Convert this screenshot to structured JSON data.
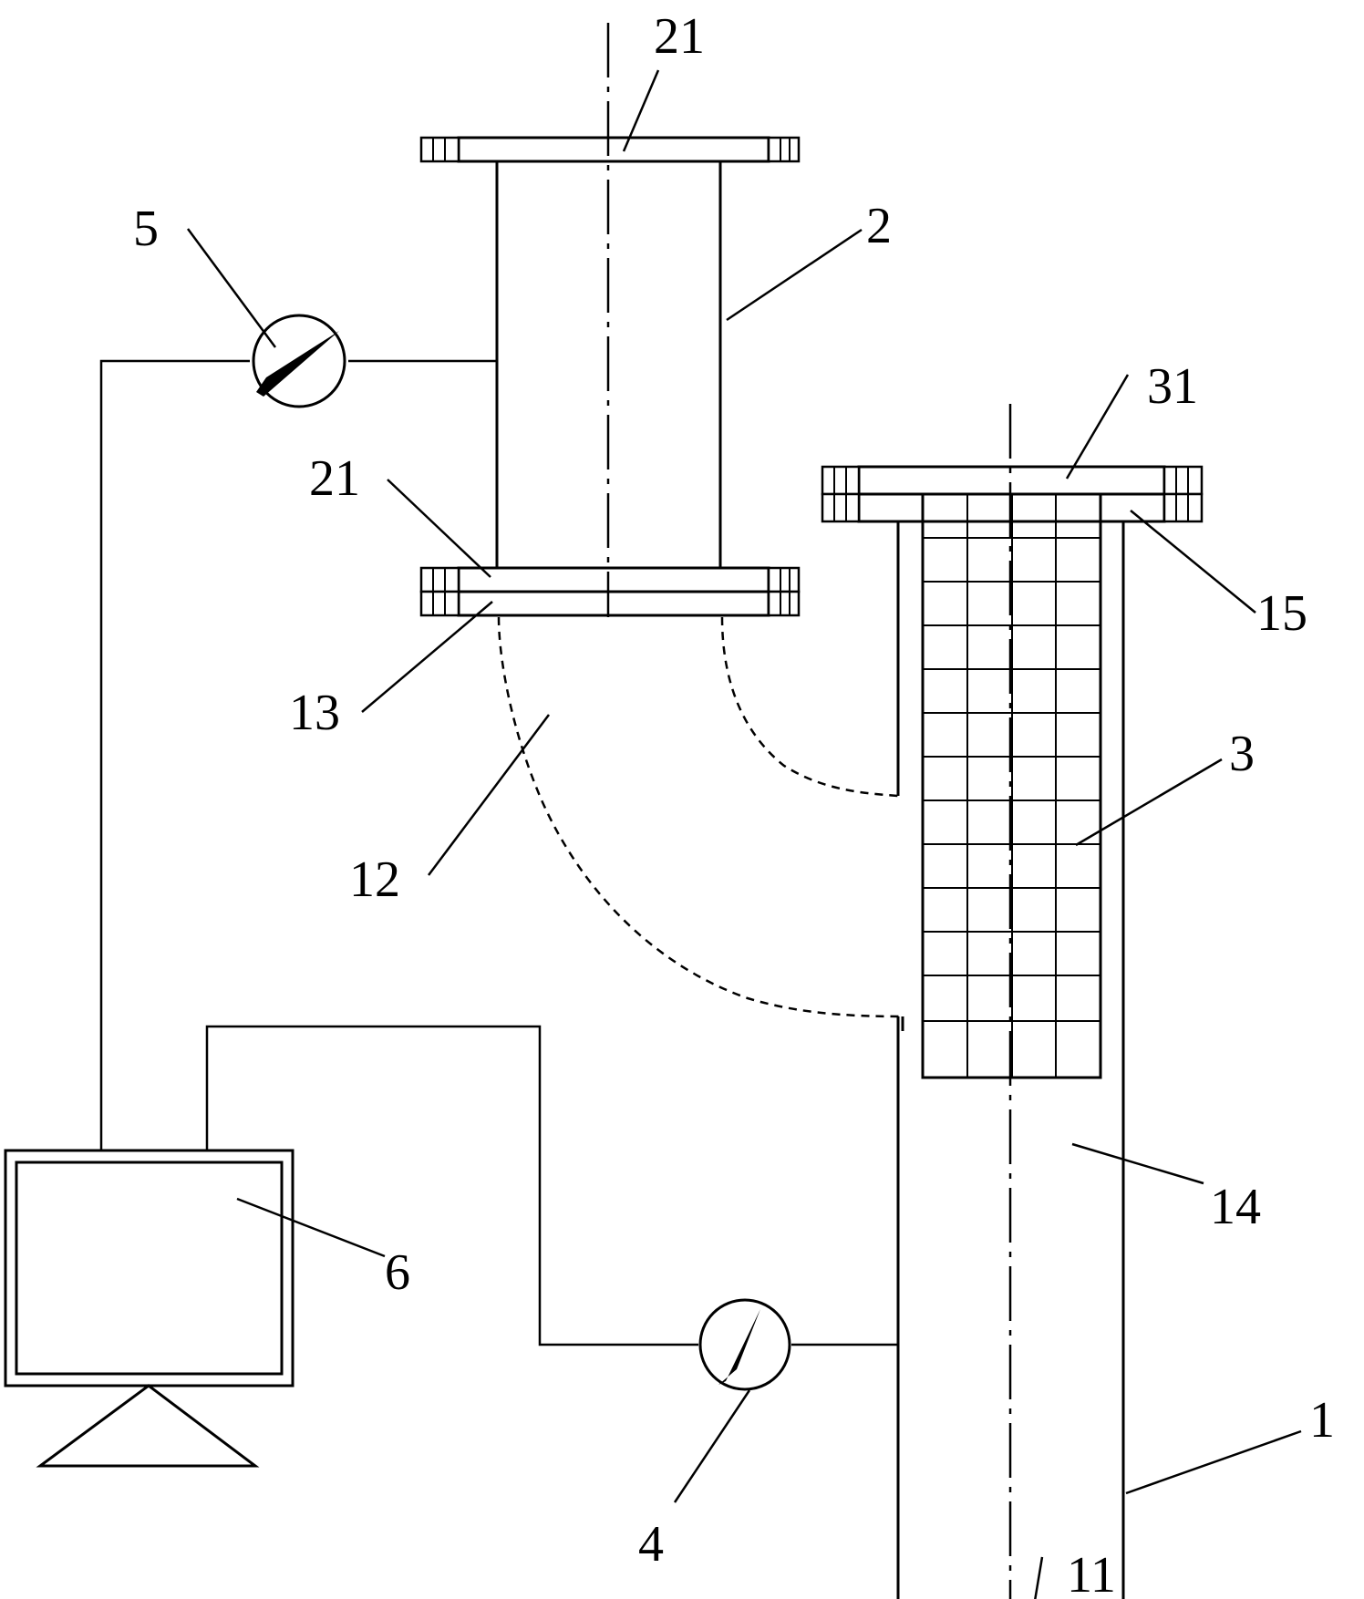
{
  "labels": {
    "top_flange": "21",
    "upper_pipe": "2",
    "flow_meter_upper": "5",
    "filter_top_flange": "31",
    "mid_flange_upper": "21",
    "filter_pipe_flange": "15",
    "elbow_flange": "13",
    "filter": "3",
    "elbow": "12",
    "lower_chamber": "14",
    "computer": "6",
    "flow_meter_lower": "4",
    "main_pipe": "1",
    "bottom_flange": "11"
  }
}
